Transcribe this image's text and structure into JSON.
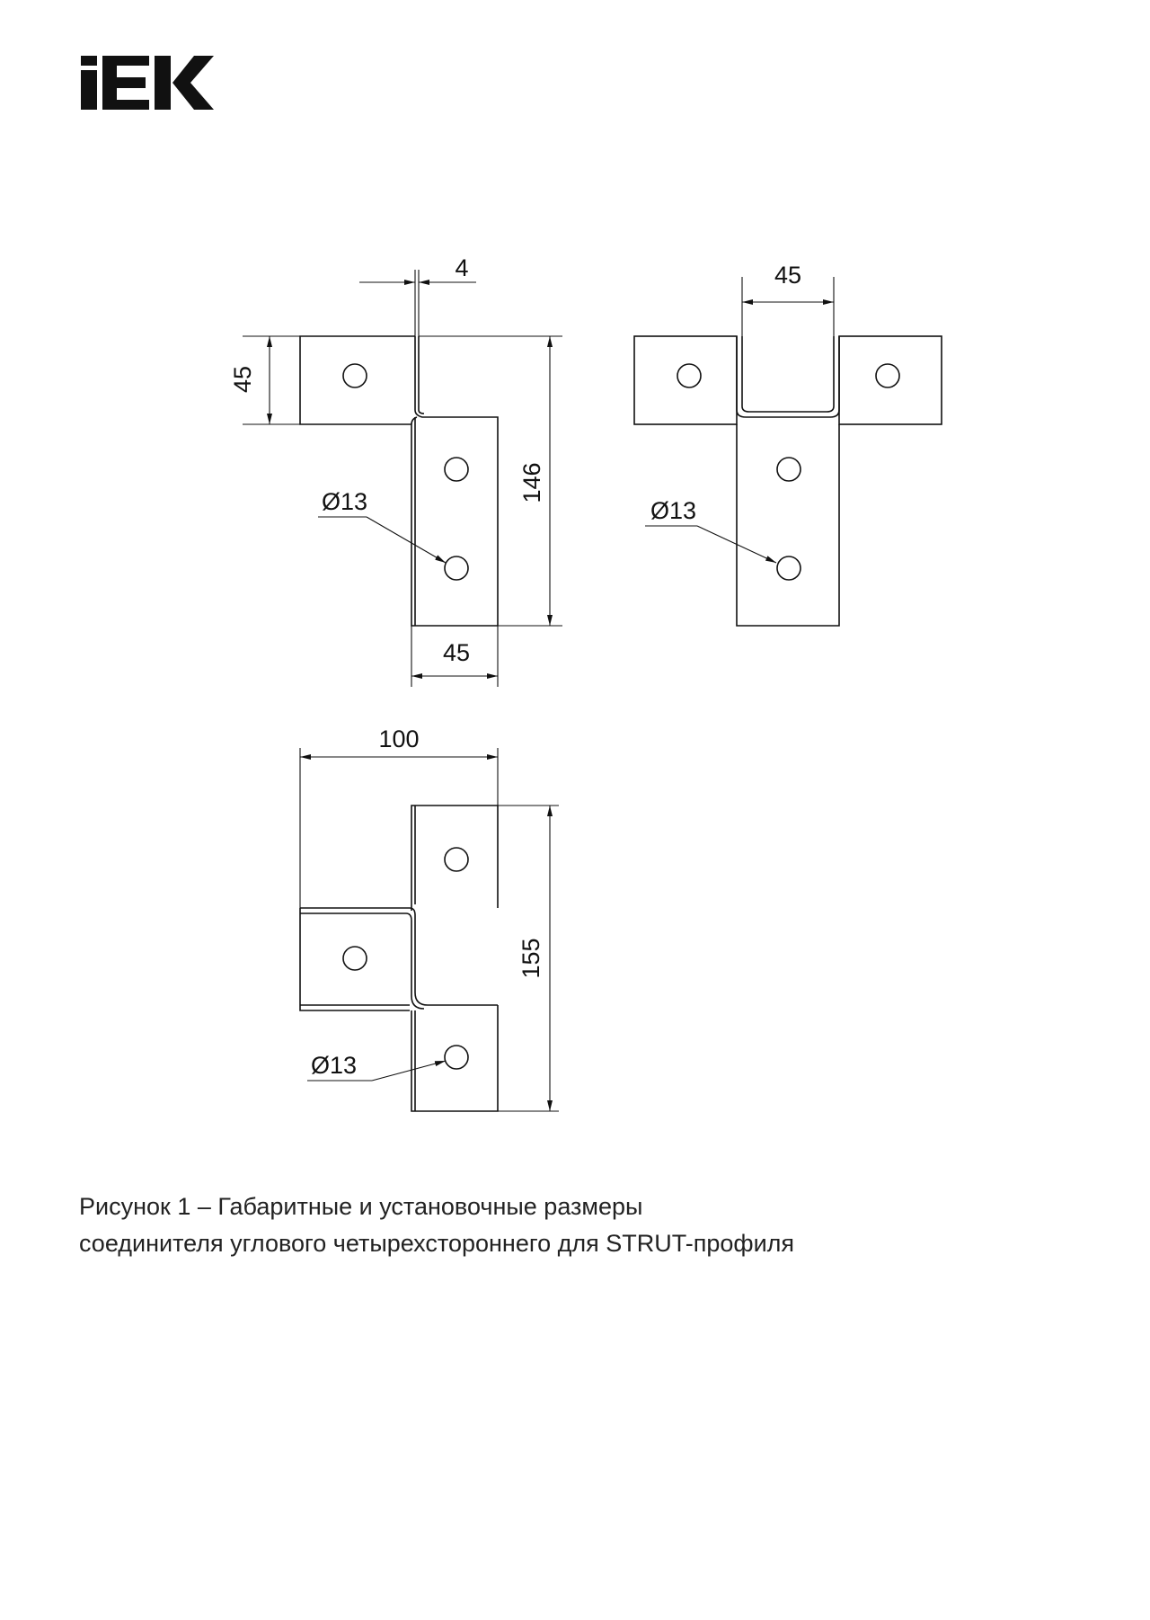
{
  "logo": {
    "text": "IEK",
    "name": "iek-logo"
  },
  "views": {
    "front": {
      "dim_thickness": "4",
      "dim_tab_height": "45",
      "dim_total_height": "146",
      "dim_width": "45",
      "dim_hole": "Ø13"
    },
    "side": {
      "dim_channel_width": "45",
      "dim_hole": "Ø13"
    },
    "top": {
      "dim_width": "100",
      "dim_height": "155",
      "dim_hole": "Ø13"
    }
  },
  "caption": {
    "line1": "Рисунок 1 – Габаритные и установочные размеры",
    "line2": "соединителя углового четырехстороннего для STRUT-профиля"
  }
}
